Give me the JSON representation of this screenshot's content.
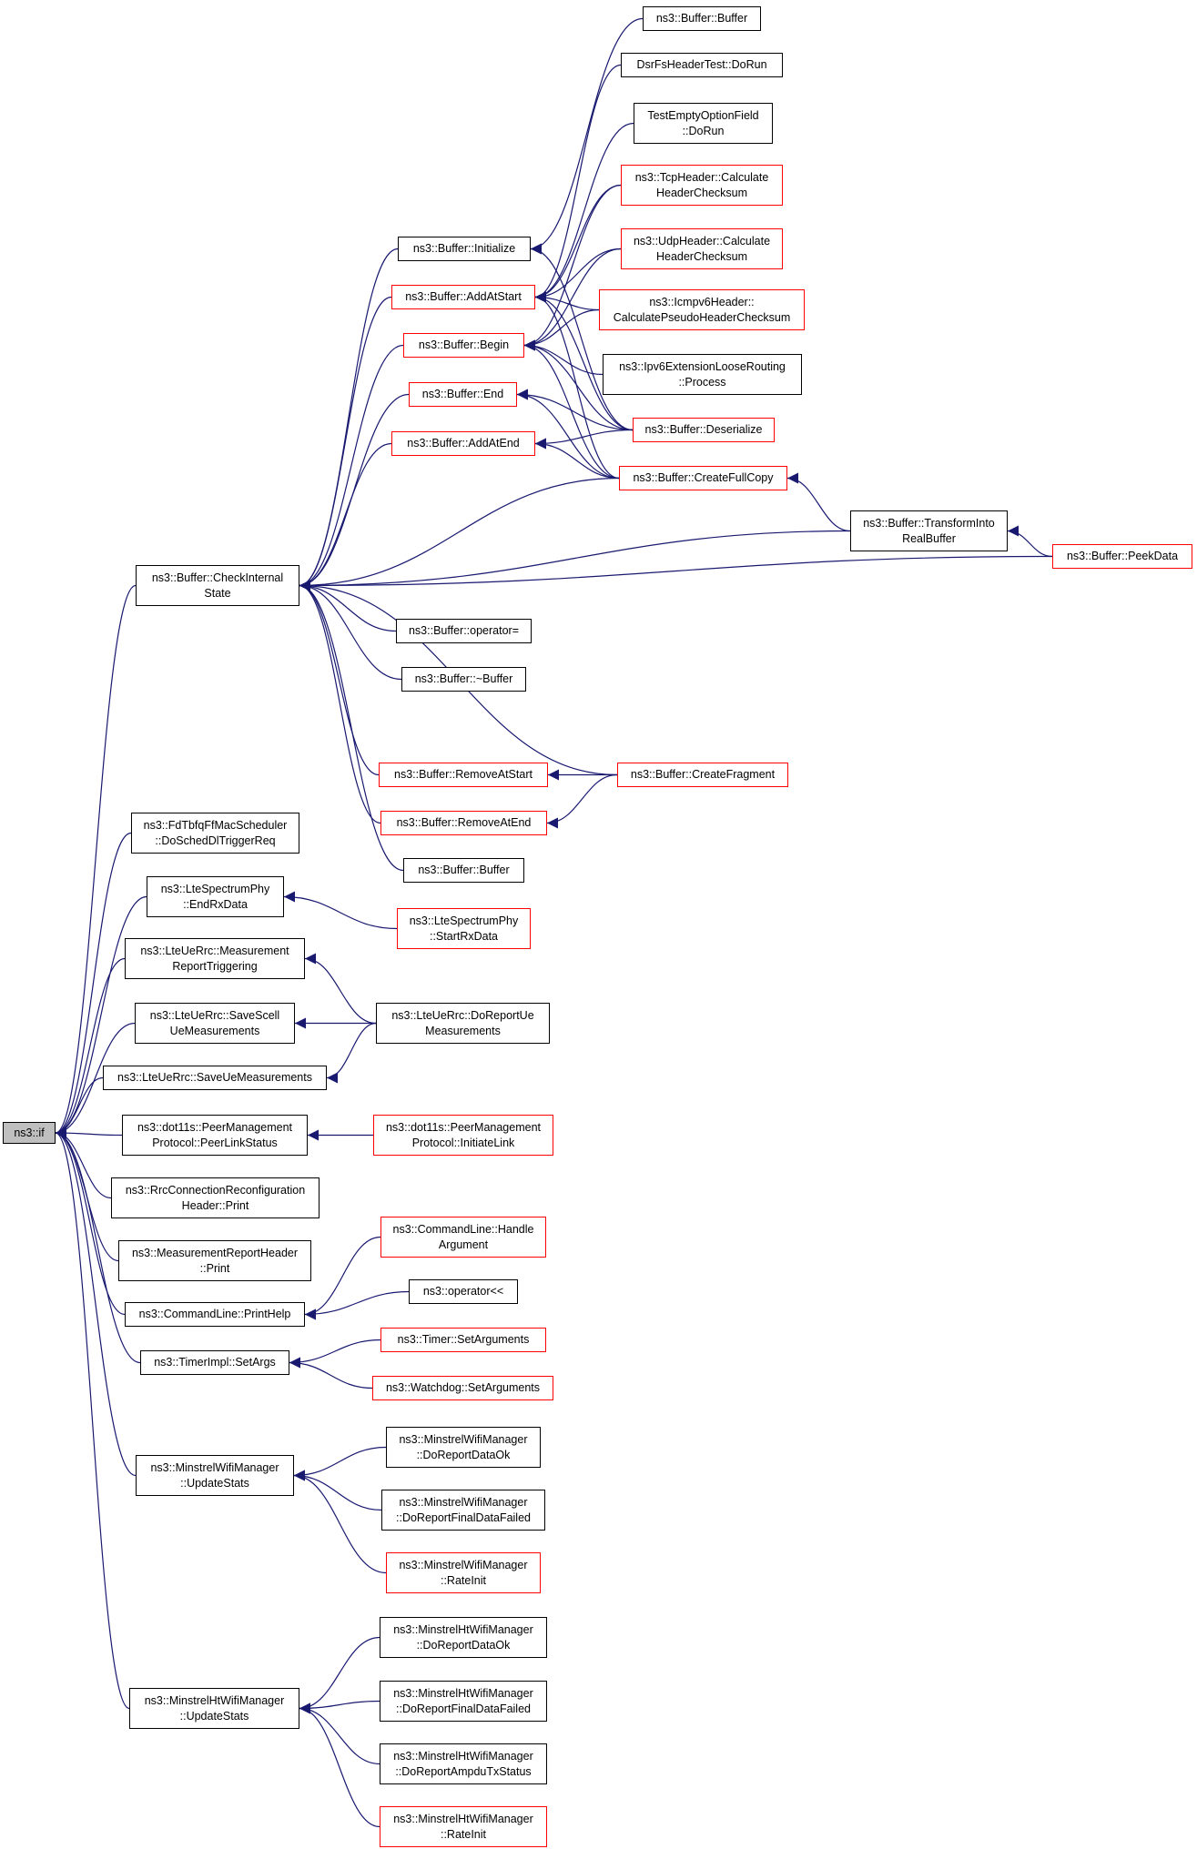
{
  "colors": {
    "edge": "#191970",
    "normal_border": "#000000",
    "red_border": "#ff0000",
    "focus_fill": "#bfbfbf"
  },
  "nodes": [
    {
      "id": "if",
      "lines": [
        "ns3::if"
      ],
      "style": "focus"
    },
    {
      "id": "check",
      "lines": [
        "ns3::Buffer::CheckInternal",
        "State"
      ],
      "style": "normal"
    },
    {
      "id": "init",
      "lines": [
        "ns3::Buffer::Initialize"
      ],
      "style": "normal"
    },
    {
      "id": "addatstart",
      "lines": [
        "ns3::Buffer::AddAtStart"
      ],
      "style": "red"
    },
    {
      "id": "begin",
      "lines": [
        "ns3::Buffer::Begin"
      ],
      "style": "red"
    },
    {
      "id": "end",
      "lines": [
        "ns3::Buffer::End"
      ],
      "style": "red"
    },
    {
      "id": "addatend",
      "lines": [
        "ns3::Buffer::AddAtEnd"
      ],
      "style": "red"
    },
    {
      "id": "bufbuf1",
      "lines": [
        "ns3::Buffer::Buffer"
      ],
      "style": "normal"
    },
    {
      "id": "dsrfs",
      "lines": [
        "DsrFsHeaderTest::DoRun"
      ],
      "style": "normal"
    },
    {
      "id": "testempty",
      "lines": [
        "TestEmptyOptionField",
        "::DoRun"
      ],
      "style": "normal"
    },
    {
      "id": "tcpcalc",
      "lines": [
        "ns3::TcpHeader::Calculate",
        "HeaderChecksum"
      ],
      "style": "red"
    },
    {
      "id": "udpcalc",
      "lines": [
        "ns3::UdpHeader::Calculate",
        "HeaderChecksum"
      ],
      "style": "red"
    },
    {
      "id": "icmpv6",
      "lines": [
        "ns3::Icmpv6Header::",
        "CalculatePseudoHeaderChecksum"
      ],
      "style": "red"
    },
    {
      "id": "ipv6ext",
      "lines": [
        "ns3::Ipv6ExtensionLooseRouting",
        "::Process"
      ],
      "style": "normal"
    },
    {
      "id": "deser",
      "lines": [
        "ns3::Buffer::Deserialize"
      ],
      "style": "red"
    },
    {
      "id": "fullcopy",
      "lines": [
        "ns3::Buffer::CreateFullCopy"
      ],
      "style": "red"
    },
    {
      "id": "transform",
      "lines": [
        "ns3::Buffer::TransformInto",
        "RealBuffer"
      ],
      "style": "normal"
    },
    {
      "id": "peekdata",
      "lines": [
        "ns3::Buffer::PeekData"
      ],
      "style": "red"
    },
    {
      "id": "opeq",
      "lines": [
        "ns3::Buffer::operator="
      ],
      "style": "normal"
    },
    {
      "id": "dtor",
      "lines": [
        "ns3::Buffer::~Buffer"
      ],
      "style": "normal"
    },
    {
      "id": "remstart",
      "lines": [
        "ns3::Buffer::RemoveAtStart"
      ],
      "style": "red"
    },
    {
      "id": "remend",
      "lines": [
        "ns3::Buffer::RemoveAtEnd"
      ],
      "style": "red"
    },
    {
      "id": "bufbuf2",
      "lines": [
        "ns3::Buffer::Buffer"
      ],
      "style": "normal"
    },
    {
      "id": "createfrag",
      "lines": [
        "ns3::Buffer::CreateFragment"
      ],
      "style": "red"
    },
    {
      "id": "fdtbfq",
      "lines": [
        "ns3::FdTbfqFfMacScheduler",
        "::DoSchedDlTriggerReq"
      ],
      "style": "normal"
    },
    {
      "id": "ltespec",
      "lines": [
        "ns3::LteSpectrumPhy",
        "::EndRxData"
      ],
      "style": "normal"
    },
    {
      "id": "startrx",
      "lines": [
        "ns3::LteSpectrumPhy",
        "::StartRxData"
      ],
      "style": "red"
    },
    {
      "id": "measrep",
      "lines": [
        "ns3::LteUeRrc::Measurement",
        "ReportTriggering"
      ],
      "style": "normal"
    },
    {
      "id": "savescell",
      "lines": [
        "ns3::LteUeRrc::SaveScell",
        "UeMeasurements"
      ],
      "style": "normal"
    },
    {
      "id": "doreportue",
      "lines": [
        "ns3::LteUeRrc::DoReportUe",
        "Measurements"
      ],
      "style": "normal"
    },
    {
      "id": "saveue",
      "lines": [
        "ns3::LteUeRrc::SaveUeMeasurements"
      ],
      "style": "normal"
    },
    {
      "id": "peerlink",
      "lines": [
        "ns3::dot11s::PeerManagement",
        "Protocol::PeerLinkStatus"
      ],
      "style": "normal"
    },
    {
      "id": "initlink",
      "lines": [
        "ns3::dot11s::PeerManagement",
        "Protocol::InitiateLink"
      ],
      "style": "red"
    },
    {
      "id": "rrcconn",
      "lines": [
        "ns3::RrcConnectionReconfiguration",
        "Header::Print"
      ],
      "style": "normal"
    },
    {
      "id": "measrephdr",
      "lines": [
        "ns3::MeasurementReportHeader",
        "::Print"
      ],
      "style": "normal"
    },
    {
      "id": "printhelp",
      "lines": [
        "ns3::CommandLine::PrintHelp"
      ],
      "style": "normal"
    },
    {
      "id": "handlearg",
      "lines": [
        "ns3::CommandLine::Handle",
        "Argument"
      ],
      "style": "red"
    },
    {
      "id": "opshift",
      "lines": [
        "ns3::operator<<"
      ],
      "style": "normal"
    },
    {
      "id": "timerimpl",
      "lines": [
        "ns3::TimerImpl::SetArgs"
      ],
      "style": "normal"
    },
    {
      "id": "timerset",
      "lines": [
        "ns3::Timer::SetArguments"
      ],
      "style": "red"
    },
    {
      "id": "watchdog",
      "lines": [
        "ns3::Watchdog::SetArguments"
      ],
      "style": "red"
    },
    {
      "id": "minstrel",
      "lines": [
        "ns3::MinstrelWifiManager",
        "::UpdateStats"
      ],
      "style": "normal"
    },
    {
      "id": "m_ok",
      "lines": [
        "ns3::MinstrelWifiManager",
        "::DoReportDataOk"
      ],
      "style": "normal"
    },
    {
      "id": "m_fail",
      "lines": [
        "ns3::MinstrelWifiManager",
        "::DoReportFinalDataFailed"
      ],
      "style": "normal"
    },
    {
      "id": "m_init",
      "lines": [
        "ns3::MinstrelWifiManager",
        "::RateInit"
      ],
      "style": "red"
    },
    {
      "id": "minstrelht",
      "lines": [
        "ns3::MinstrelHtWifiManager",
        "::UpdateStats"
      ],
      "style": "normal"
    },
    {
      "id": "ht_ok",
      "lines": [
        "ns3::MinstrelHtWifiManager",
        "::DoReportDataOk"
      ],
      "style": "normal"
    },
    {
      "id": "ht_fail",
      "lines": [
        "ns3::MinstrelHtWifiManager",
        "::DoReportFinalDataFailed"
      ],
      "style": "normal"
    },
    {
      "id": "ht_ampdu",
      "lines": [
        "ns3::MinstrelHtWifiManager",
        "::DoReportAmpduTxStatus"
      ],
      "style": "normal"
    },
    {
      "id": "ht_init",
      "lines": [
        "ns3::MinstrelHtWifiManager",
        "::RateInit"
      ],
      "style": "red"
    }
  ],
  "edges": [
    [
      "check",
      "if"
    ],
    [
      "fdtbfq",
      "if"
    ],
    [
      "ltespec",
      "if"
    ],
    [
      "measrep",
      "if"
    ],
    [
      "savescell",
      "if"
    ],
    [
      "saveue",
      "if"
    ],
    [
      "peerlink",
      "if"
    ],
    [
      "rrcconn",
      "if"
    ],
    [
      "measrephdr",
      "if"
    ],
    [
      "printhelp",
      "if"
    ],
    [
      "timerimpl",
      "if"
    ],
    [
      "minstrel",
      "if"
    ],
    [
      "minstrelht",
      "if"
    ],
    [
      "init",
      "check"
    ],
    [
      "addatstart",
      "check"
    ],
    [
      "begin",
      "check"
    ],
    [
      "end",
      "check"
    ],
    [
      "addatend",
      "check"
    ],
    [
      "fullcopy",
      "check"
    ],
    [
      "transform",
      "check"
    ],
    [
      "peekdata",
      "check"
    ],
    [
      "opeq",
      "check"
    ],
    [
      "dtor",
      "check"
    ],
    [
      "remstart",
      "check"
    ],
    [
      "remend",
      "check"
    ],
    [
      "bufbuf2",
      "check"
    ],
    [
      "createfrag",
      "check"
    ],
    [
      "bufbuf1",
      "init"
    ],
    [
      "deser",
      "init"
    ],
    [
      "dsrfs",
      "addatstart"
    ],
    [
      "testempty",
      "addatstart"
    ],
    [
      "tcpcalc",
      "addatstart"
    ],
    [
      "udpcalc",
      "addatstart"
    ],
    [
      "icmpv6",
      "addatstart"
    ],
    [
      "deser",
      "addatstart"
    ],
    [
      "fullcopy",
      "addatstart"
    ],
    [
      "tcpcalc",
      "begin"
    ],
    [
      "udpcalc",
      "begin"
    ],
    [
      "icmpv6",
      "begin"
    ],
    [
      "ipv6ext",
      "begin"
    ],
    [
      "deser",
      "begin"
    ],
    [
      "fullcopy",
      "begin"
    ],
    [
      "deser",
      "end"
    ],
    [
      "fullcopy",
      "end"
    ],
    [
      "deser",
      "addatend"
    ],
    [
      "fullcopy",
      "addatend"
    ],
    [
      "transform",
      "fullcopy"
    ],
    [
      "peekdata",
      "transform"
    ],
    [
      "createfrag",
      "remstart"
    ],
    [
      "createfrag",
      "remend"
    ],
    [
      "startrx",
      "ltespec"
    ],
    [
      "doreportue",
      "measrep"
    ],
    [
      "doreportue",
      "savescell"
    ],
    [
      "doreportue",
      "saveue"
    ],
    [
      "initlink",
      "peerlink"
    ],
    [
      "handlearg",
      "printhelp"
    ],
    [
      "opshift",
      "printhelp"
    ],
    [
      "timerset",
      "timerimpl"
    ],
    [
      "watchdog",
      "timerimpl"
    ],
    [
      "m_ok",
      "minstrel"
    ],
    [
      "m_fail",
      "minstrel"
    ],
    [
      "m_init",
      "minstrel"
    ],
    [
      "ht_ok",
      "minstrelht"
    ],
    [
      "ht_fail",
      "minstrelht"
    ],
    [
      "ht_ampdu",
      "minstrelht"
    ],
    [
      "ht_init",
      "minstrelht"
    ]
  ]
}
